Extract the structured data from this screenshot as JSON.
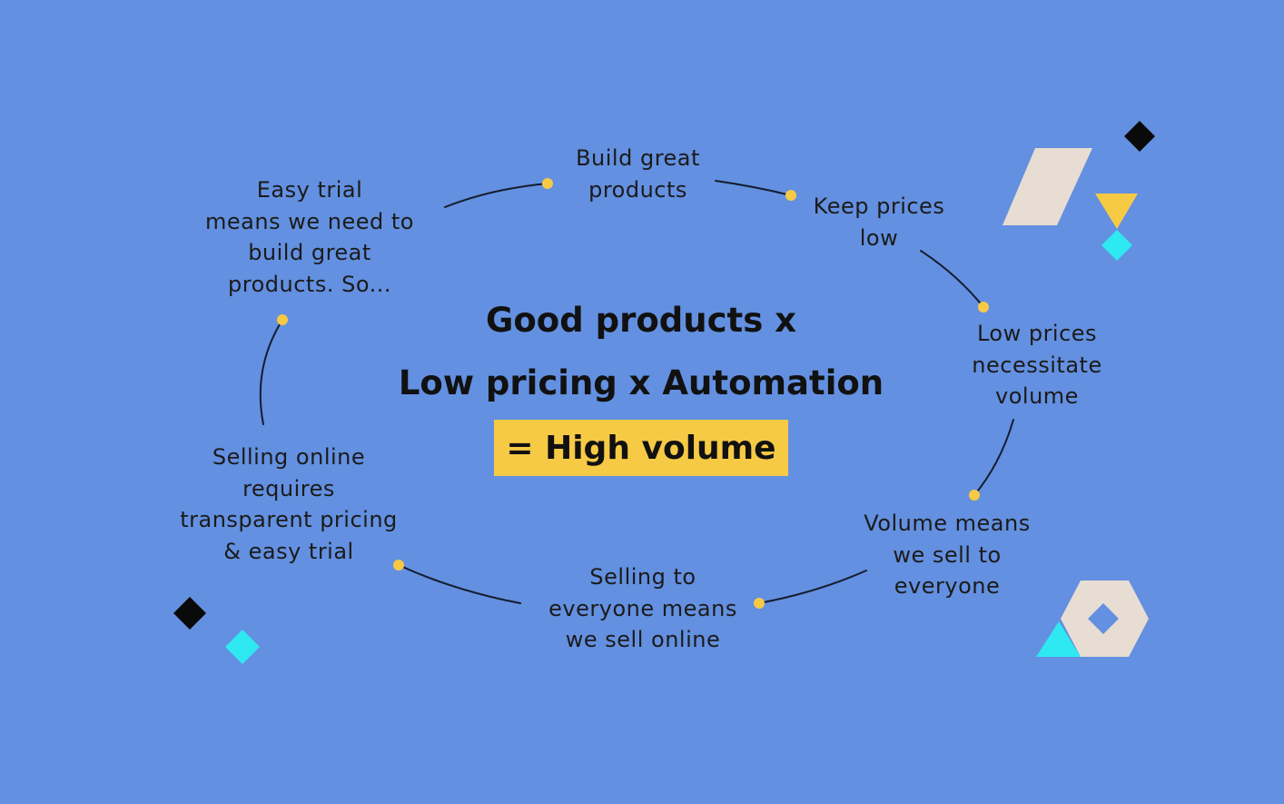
{
  "diagram": {
    "title_lines": [
      "Good products x",
      "Low pricing x Automation"
    ],
    "result": "= High volume",
    "nodes": [
      {
        "id": "build",
        "text": "Build great\nproducts"
      },
      {
        "id": "keep_prices",
        "text": "Keep prices\nlow"
      },
      {
        "id": "low_prices",
        "text": "Low prices\nnecessitate\nvolume"
      },
      {
        "id": "volume",
        "text": "Volume means\nwe sell to\neveryone"
      },
      {
        "id": "selling_everyone",
        "text": "Selling to\neveryone means\nwe sell online"
      },
      {
        "id": "selling_online",
        "text": "Selling online\nrequires\ntransparent pricing\n& easy trial"
      },
      {
        "id": "easy_trial",
        "text": "Easy trial\nmeans we need to\nbuild great\nproducts. So..."
      }
    ]
  },
  "colors": {
    "background": "#6390e0",
    "accent_yellow": "#f7ca45",
    "connector_line": "#151c2e",
    "connector_dot": "#f7ca45",
    "shape_beige": "#e8ddd3",
    "shape_cyan": "#2ee8f2",
    "shape_black": "#0a0a0a"
  },
  "decorations": [
    "black-diamond-icon",
    "beige-parallelogram-icon",
    "yellow-triangle-icon",
    "cyan-diamond-icon",
    "beige-hexagon-nut-icon",
    "cyan-triangle-icon"
  ]
}
